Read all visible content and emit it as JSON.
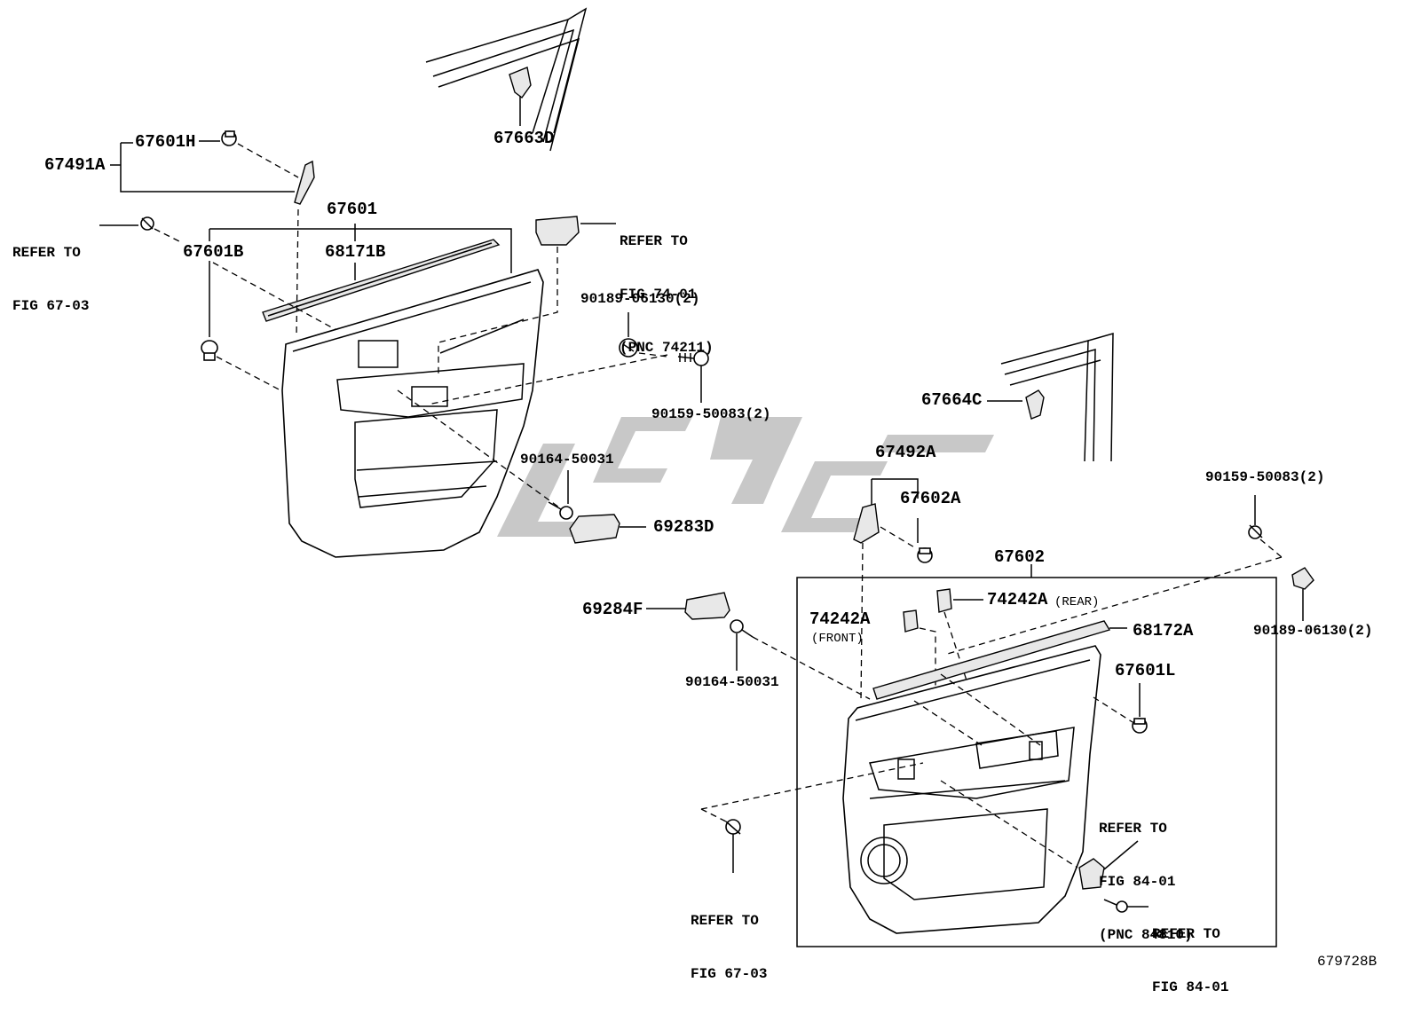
{
  "labels": {
    "p67663D": "67663D",
    "p67601H": "67601H",
    "p67491A": "67491A",
    "refer_67_03_top": [
      "REFER TO",
      "FIG 67-03"
    ],
    "p67601": "67601",
    "p68171B": "68171B",
    "p67601B": "67601B",
    "refer_74_01": [
      "REFER TO",
      "FIG 74-01",
      "(PNC 74211)"
    ],
    "p90189_06130_left": "90189-06130(2)",
    "p90159_50083_left": "90159-50083(2)",
    "p90164_50031_top": "90164-50031",
    "p69283D": "69283D",
    "p67664C": "67664C",
    "p67492A": "67492A",
    "p67602A": "67602A",
    "p90159_50083_right": "90159-50083(2)",
    "p67602": "67602",
    "p69284F": "69284F",
    "p74242A_rear": "74242A",
    "rear_note": "(REAR)",
    "p74242A_front": "74242A",
    "front_note": "(FRONT)",
    "p68172A": "68172A",
    "p90189_06130_right": "90189-06130(2)",
    "p90164_50031_bottom": "90164-50031",
    "p67601L": "67601L",
    "refer_84_01_pnc": [
      "REFER TO",
      "FIG 84-01",
      "(PNC 84810)"
    ],
    "refer_67_03_bottom": [
      "REFER TO",
      "FIG 67-03"
    ],
    "refer_84_01": [
      "REFER TO",
      "FIG 84-01"
    ],
    "figure_code": "679728B"
  },
  "colors": {
    "line": "#000000",
    "watermark": "#9a9a9a",
    "background": "#ffffff"
  }
}
